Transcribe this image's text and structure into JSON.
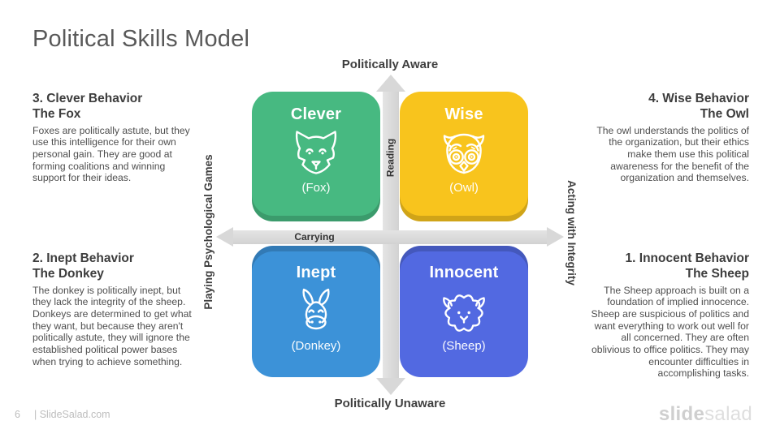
{
  "slide": {
    "title": "Political Skills Model",
    "page_number": "6",
    "footer_site": "| SlideSalad.com",
    "brand": {
      "part1": "slide",
      "part2": "salad"
    }
  },
  "axes": {
    "top": "Politically Aware",
    "bottom": "Politically Unaware",
    "left": "Playing Psychological Games",
    "right": "Acting with Integrity",
    "vertical_inner": "Reading",
    "horizontal_inner": "Carrying"
  },
  "quadrants": [
    {
      "title": "Clever",
      "caption": "(Fox)",
      "icon": "fox-icon",
      "color": "#47B981",
      "position": "top-left"
    },
    {
      "title": "Wise",
      "caption": "(Owl)",
      "icon": "owl-icon",
      "color": "#F8C41D",
      "position": "top-right"
    },
    {
      "title": "Inept",
      "caption": "(Donkey)",
      "icon": "donkey-icon",
      "color": "#3C92D8",
      "position": "bottom-left"
    },
    {
      "title": "Innocent",
      "caption": "(Sheep)",
      "icon": "sheep-icon",
      "color": "#5269E1",
      "position": "bottom-right"
    }
  ],
  "notes": [
    {
      "heading_line1": "3. Clever Behavior",
      "heading_line2": "The Fox",
      "body": "Foxes are politically astute, but they use this intelligence for their own personal gain. They are good at forming coalitions and winning support for their ideas."
    },
    {
      "heading_line1": "2. Inept Behavior",
      "heading_line2": "The Donkey",
      "body": "The donkey is politically inept, but they lack the integrity of the sheep. Donkeys are determined to get what they want, but because they aren't politically astute, they will ignore the established political power bases when trying to achieve something."
    },
    {
      "heading_line1": "4. Wise Behavior",
      "heading_line2": "The Owl",
      "body": "The owl understands the politics of the organization, but their ethics make them use this political awareness for the benefit of the organization and themselves."
    },
    {
      "heading_line1": "1. Innocent Behavior",
      "heading_line2": "The Sheep",
      "body": "The Sheep approach is built on a foundation of implied innocence. Sheep are suspicious of politics and want everything to work out well for all concerned. They are often oblivious to office politics. They may encounter difficulties in accomplishing tasks."
    }
  ],
  "colors": {
    "title_text": "#595959",
    "axis_text": "#3f3f3f",
    "arrow_gray": "#d8d8d8",
    "quad_green": "#47B981",
    "quad_yellow": "#F8C41D",
    "quad_blue": "#3C92D8",
    "quad_indigo": "#5269E1",
    "footer_text": "#bdbdbd"
  }
}
